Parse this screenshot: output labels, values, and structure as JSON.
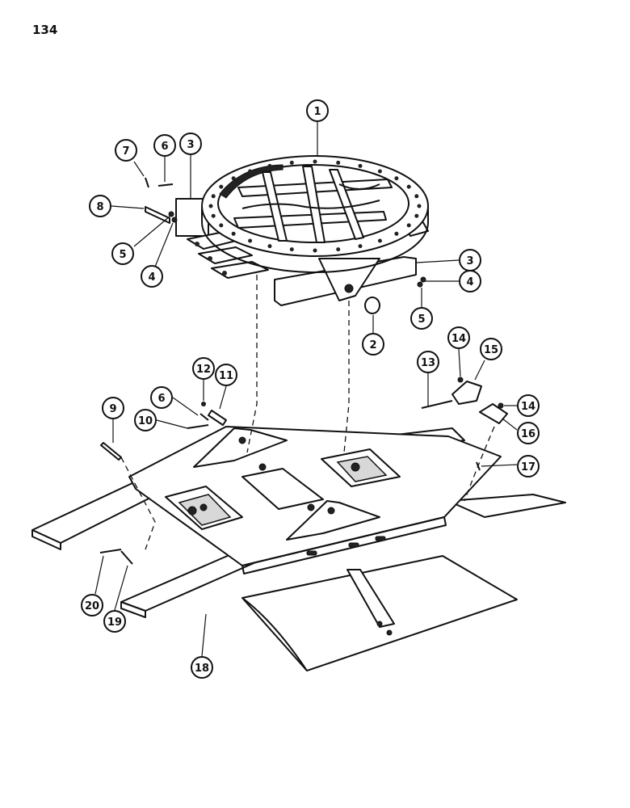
{
  "page": {
    "number": "134"
  },
  "callouts": [
    {
      "id": "c1",
      "label": "1"
    },
    {
      "id": "c2",
      "label": "2"
    },
    {
      "id": "c3a",
      "label": "3"
    },
    {
      "id": "c3b",
      "label": "3"
    },
    {
      "id": "c4a",
      "label": "4"
    },
    {
      "id": "c4b",
      "label": "4"
    },
    {
      "id": "c5a",
      "label": "5"
    },
    {
      "id": "c5b",
      "label": "5"
    },
    {
      "id": "c6a",
      "label": "6"
    },
    {
      "id": "c6b",
      "label": "6"
    },
    {
      "id": "c7",
      "label": "7"
    },
    {
      "id": "c8",
      "label": "8"
    },
    {
      "id": "c9",
      "label": "9"
    },
    {
      "id": "c10",
      "label": "10"
    },
    {
      "id": "c11",
      "label": "11"
    },
    {
      "id": "c12",
      "label": "12"
    },
    {
      "id": "c13",
      "label": "13"
    },
    {
      "id": "c14a",
      "label": "14"
    },
    {
      "id": "c14b",
      "label": "14"
    },
    {
      "id": "c15",
      "label": "15"
    },
    {
      "id": "c16",
      "label": "16"
    },
    {
      "id": "c17",
      "label": "17"
    },
    {
      "id": "c18",
      "label": "18"
    },
    {
      "id": "c19",
      "label": "19"
    },
    {
      "id": "c20",
      "label": "20"
    }
  ]
}
